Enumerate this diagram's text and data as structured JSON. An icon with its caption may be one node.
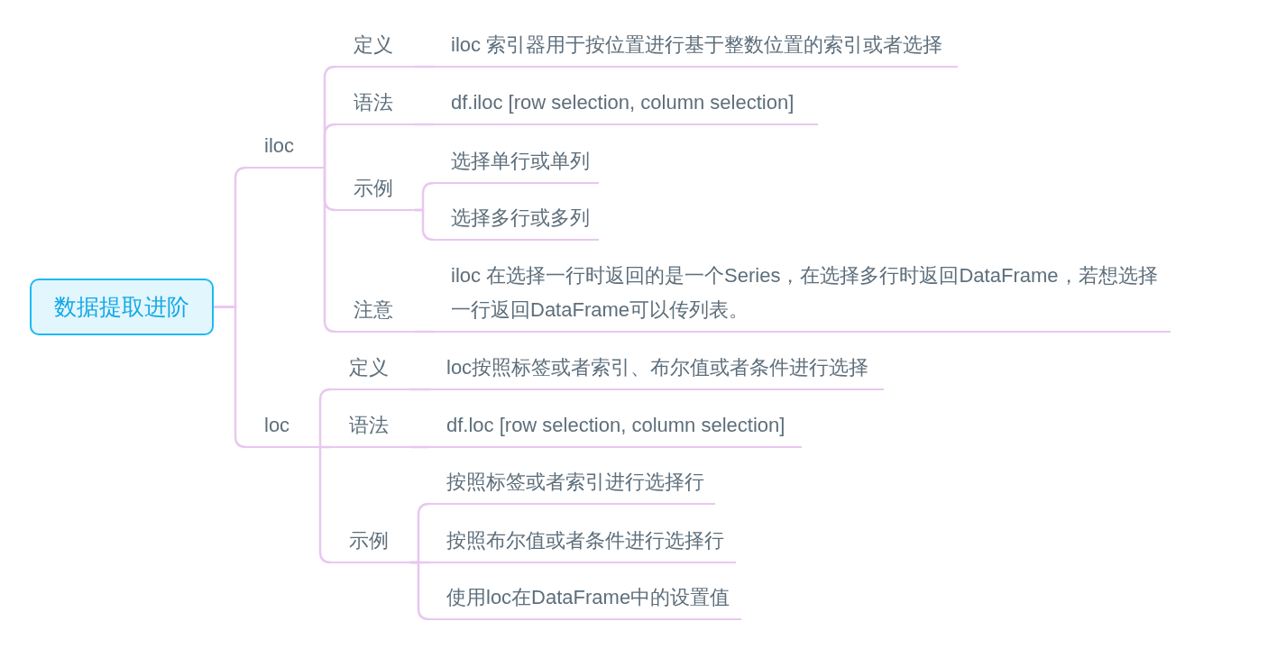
{
  "diagram": {
    "nodes": [
      {
        "text": [
          "数据提取进阶"
        ]
      },
      {
        "text": [
          "iloc"
        ]
      },
      {
        "text": [
          "定义"
        ]
      },
      {
        "text": [
          "iloc 索引器用于按位置进行基于整数位置的索引或者选择"
        ]
      },
      {
        "text": [
          "语法"
        ]
      },
      {
        "text": [
          "df.iloc [row selection, column selection]"
        ]
      },
      {
        "text": [
          "示例"
        ]
      },
      {
        "text": [
          "选择单行或单列"
        ]
      },
      {
        "text": [
          "选择多行或多列"
        ]
      },
      {
        "text": [
          "注意"
        ]
      },
      {
        "text": [
          "iloc 在选择一行时返回的是一个Series，在选择多行时返回DataFrame，若想选择一行返回DataFrame可以传列表。"
        ]
      },
      {
        "text": [
          "loc"
        ]
      },
      {
        "text": [
          "定义"
        ]
      },
      {
        "text": [
          "loc按照标签或者索引、布尔值或者条件进行选择"
        ]
      },
      {
        "text": [
          "语法"
        ]
      },
      {
        "text": [
          "df.loc [row selection, column selection]"
        ]
      },
      {
        "text": [
          "示例"
        ]
      },
      {
        "text": [
          "按照标签或者索引进行选择行"
        ]
      },
      {
        "text": [
          "按照布尔值或者条件进行选择行"
        ]
      },
      {
        "text": [
          "使用loc在DataFrame中的设置值"
        ]
      }
    ],
    "edges": [
      {
        "from": 0,
        "to": 1,
        "arrow": "none"
      },
      {
        "from": 0,
        "to": 11,
        "arrow": "none"
      },
      {
        "from": 1,
        "to": 2,
        "arrow": "none"
      },
      {
        "from": 1,
        "to": 4,
        "arrow": "none"
      },
      {
        "from": 1,
        "to": 6,
        "arrow": "none"
      },
      {
        "from": 1,
        "to": 9,
        "arrow": "none"
      },
      {
        "from": 2,
        "to": 3,
        "arrow": "none"
      },
      {
        "from": 4,
        "to": 5,
        "arrow": "none"
      },
      {
        "from": 6,
        "to": 7,
        "arrow": "none"
      },
      {
        "from": 6,
        "to": 8,
        "arrow": "none"
      },
      {
        "from": 9,
        "to": 10,
        "arrow": "none"
      },
      {
        "from": 11,
        "to": 12,
        "arrow": "none"
      },
      {
        "from": 11,
        "to": 14,
        "arrow": "none"
      },
      {
        "from": 11,
        "to": 16,
        "arrow": "none"
      },
      {
        "from": 12,
        "to": 13,
        "arrow": "none"
      },
      {
        "from": 14,
        "to": 15,
        "arrow": "none"
      },
      {
        "from": 16,
        "to": 17,
        "arrow": "none"
      },
      {
        "from": 16,
        "to": 18,
        "arrow": "none"
      },
      {
        "from": 16,
        "to": 19,
        "arrow": "none"
      }
    ]
  }
}
